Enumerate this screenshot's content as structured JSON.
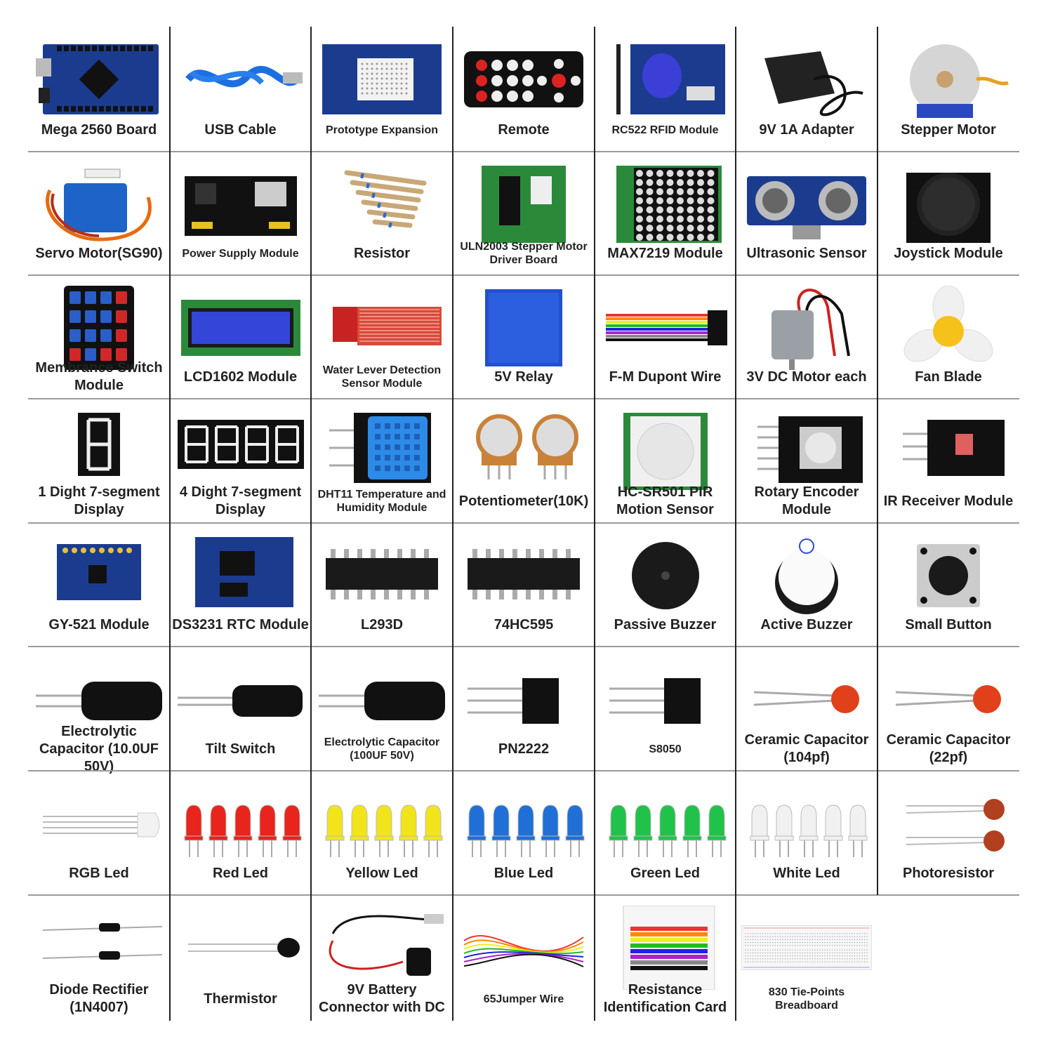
{
  "items": [
    {
      "label": "Mega 2560 Board",
      "icon": "board-icon"
    },
    {
      "label": "USB Cable",
      "icon": "usb-cable-icon"
    },
    {
      "label": "Prototype Expansion",
      "icon": "proto-shield-icon"
    },
    {
      "label": "Remote",
      "icon": "remote-icon"
    },
    {
      "label": "RC522 RFID Module",
      "icon": "rfid-icon"
    },
    {
      "label": "9V 1A Adapter",
      "icon": "adapter-icon"
    },
    {
      "label": "Stepper Motor",
      "icon": "stepper-motor-icon"
    },
    {
      "label": "Servo Motor(SG90)",
      "icon": "servo-icon"
    },
    {
      "label": "Power Supply Module",
      "icon": "power-module-icon"
    },
    {
      "label": "Resistor",
      "icon": "resistor-icon"
    },
    {
      "label": "ULN2003 Stepper Motor Driver Board",
      "icon": "driver-board-icon"
    },
    {
      "label": "MAX7219 Module",
      "icon": "led-matrix-icon"
    },
    {
      "label": "Ultrasonic Sensor",
      "icon": "ultrasonic-icon"
    },
    {
      "label": "Joystick Module",
      "icon": "joystick-icon"
    },
    {
      "label": "Membrance Switch Module",
      "icon": "keypad-icon"
    },
    {
      "label": "LCD1602 Module",
      "icon": "lcd-icon"
    },
    {
      "label": "Water Lever Detection Sensor Module",
      "icon": "water-sensor-icon"
    },
    {
      "label": "5V Relay",
      "icon": "relay-icon"
    },
    {
      "label": "F-M Dupont Wire",
      "icon": "dupont-wire-icon"
    },
    {
      "label": "3V DC Motor each",
      "icon": "dc-motor-icon"
    },
    {
      "label": "Fan Blade",
      "icon": "fan-blade-icon"
    },
    {
      "label": "1 Dight 7-segment Display",
      "icon": "seven-seg-1-icon"
    },
    {
      "label": "4 Dight 7-segment Display",
      "icon": "seven-seg-4-icon"
    },
    {
      "label": "DHT11 Temperature and Humidity Module",
      "icon": "dht11-icon"
    },
    {
      "label": "Potentiometer(10K)",
      "icon": "potentiometer-icon"
    },
    {
      "label": "HC-SR501 PIR Motion Sensor",
      "icon": "pir-sensor-icon"
    },
    {
      "label": "Rotary Encoder Module",
      "icon": "rotary-encoder-icon"
    },
    {
      "label": "IR Receiver Module",
      "icon": "ir-receiver-icon"
    },
    {
      "label": "GY-521 Module",
      "icon": "gy521-icon"
    },
    {
      "label": "DS3231 RTC Module",
      "icon": "rtc-icon"
    },
    {
      "label": "L293D",
      "icon": "ic-chip-icon"
    },
    {
      "label": "74HC595",
      "icon": "ic-chip-icon"
    },
    {
      "label": "Passive Buzzer",
      "icon": "passive-buzzer-icon"
    },
    {
      "label": "Active Buzzer",
      "icon": "active-buzzer-icon"
    },
    {
      "label": "Small Button",
      "icon": "button-icon"
    },
    {
      "label": "Electrolytic Capacitor (10.0UF 50V)",
      "icon": "electrolytic-cap-icon"
    },
    {
      "label": "Tilt Switch",
      "icon": "tilt-switch-icon"
    },
    {
      "label": "Electrolytic Capacitor (100UF 50V)",
      "icon": "electrolytic-cap-icon"
    },
    {
      "label": "PN2222",
      "icon": "transistor-icon"
    },
    {
      "label": "S8050",
      "icon": "transistor-icon"
    },
    {
      "label": "Ceramic Capacitor (104pf)",
      "icon": "ceramic-cap-icon"
    },
    {
      "label": "Ceramic Capacitor (22pf)",
      "icon": "ceramic-cap-icon"
    },
    {
      "label": "RGB Led",
      "icon": "rgb-led-icon"
    },
    {
      "label": "Red Led",
      "icon": "led-icon",
      "color": "#e8241c"
    },
    {
      "label": "Yellow Led",
      "icon": "led-icon",
      "color": "#f2e41a"
    },
    {
      "label": "Blue Led",
      "icon": "led-icon",
      "color": "#1f6fd6"
    },
    {
      "label": "Green Led",
      "icon": "led-icon",
      "color": "#21c24a"
    },
    {
      "label": "White Led",
      "icon": "led-icon",
      "color": "#f1f1f1"
    },
    {
      "label": "Photoresistor",
      "icon": "photoresistor-icon"
    },
    {
      "label": "Diode Rectifier (1N4007)",
      "icon": "diode-icon"
    },
    {
      "label": "Thermistor",
      "icon": "thermistor-icon"
    },
    {
      "label": "9V Battery Connector with DC",
      "icon": "battery-connector-icon"
    },
    {
      "label": "65Jumper Wire",
      "icon": "jumper-wire-icon"
    },
    {
      "label": "Resistance Identification Card",
      "icon": "resistor-card-icon"
    },
    {
      "label": "830 Tie-Points Breadboard",
      "icon": "breadboard-icon"
    }
  ]
}
